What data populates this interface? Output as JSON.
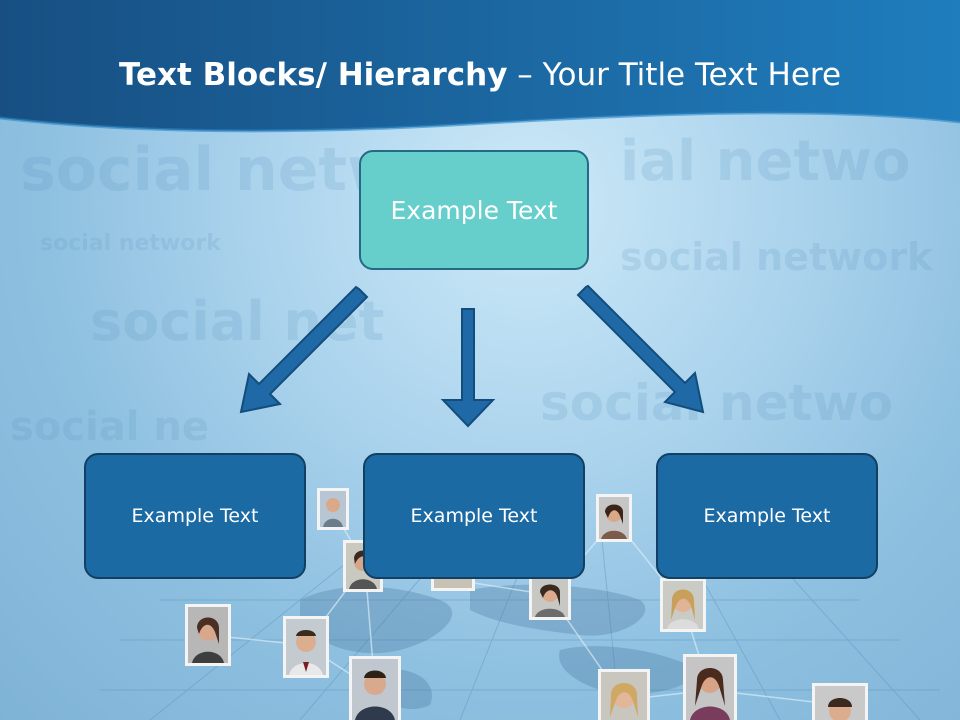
{
  "title": {
    "bold": "Text Blocks/ Hierarchy",
    "rest": " – Your Title Text Here"
  },
  "diagram": {
    "top": {
      "label": "Example Text"
    },
    "children": [
      {
        "label": "Example Text"
      },
      {
        "label": "Example Text"
      },
      {
        "label": "Example Text"
      }
    ]
  },
  "colors": {
    "banner": "#1a5f96",
    "top_box": "#66cfcb",
    "child_box": "#1b6aa3",
    "arrow": "#1f6aa6",
    "arrow_outline": "#134d7c"
  }
}
